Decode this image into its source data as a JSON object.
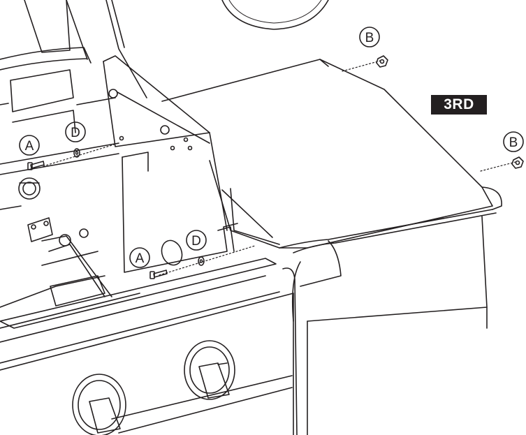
{
  "step_badge": "3RD",
  "part_labels": {
    "screw": "A",
    "nut": "B",
    "washer": "D"
  }
}
